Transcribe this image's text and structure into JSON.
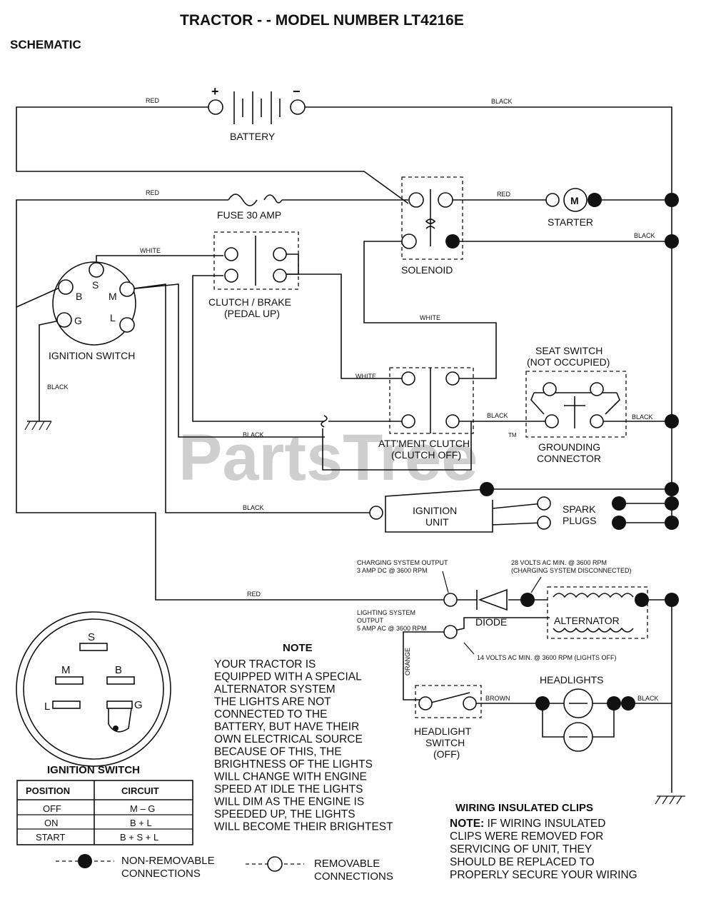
{
  "title": "TRACTOR - - MODEL NUMBER LT4216E",
  "subtitle": "SCHEMATIC",
  "watermark": "PartsTree",
  "watermark_tm": "TM",
  "components": {
    "battery": "BATTERY",
    "battery_plus": "+",
    "battery_minus": "−",
    "fuse": "FUSE 30 AMP",
    "solenoid": "SOLENOID",
    "starter": "STARTER",
    "starter_motor": "M",
    "clutch_brake_1": "CLUTCH / BRAKE",
    "clutch_brake_2": "(PEDAL UP)",
    "ignition_switch": "IGNITION SWITCH",
    "seat_switch_1": "SEAT SWITCH",
    "seat_switch_2": "(NOT OCCUPIED)",
    "grounding_1": "GROUNDING",
    "grounding_2": "CONNECTOR",
    "attment_1": "ATT'MENT CLUTCH",
    "attment_2": "(CLUTCH OFF)",
    "ignition_unit_1": "IGNITION",
    "ignition_unit_2": "UNIT",
    "spark_1": "SPARK",
    "spark_2": "PLUGS",
    "diode": "DIODE",
    "alternator": "ALTERNATOR",
    "headlights": "HEADLIGHTS",
    "headlight_switch_1": "HEADLIGHT",
    "headlight_switch_2": "SWITCH",
    "headlight_switch_3": "(OFF)"
  },
  "terminals": {
    "B": "B",
    "S": "S",
    "M": "M",
    "G": "G",
    "L": "L"
  },
  "wires": {
    "red": "RED",
    "black": "BLACK",
    "white": "WHITE",
    "orange": "ORANGE",
    "brown": "BROWN"
  },
  "annotations": {
    "charging_1": "CHARGING SYSTEM OUTPUT",
    "charging_2": "3 AMP DC @ 3600 RPM",
    "volts28_1": "28 VOLTS AC MIN. @ 3600 RPM",
    "volts28_2": "(CHARGING SYSTEM DISCONNECTED)",
    "lighting_1": "LIGHTING SYSTEM",
    "lighting_2": "OUTPUT",
    "lighting_3": "5 AMP AC @ 3600 RPM",
    "volts14": "14 VOLTS AC MIN. @ 3600 RPM (LIGHTS OFF)"
  },
  "note": {
    "heading": "NOTE",
    "lines": [
      "YOUR TRACTOR IS",
      "EQUIPPED WITH A SPECIAL",
      "ALTERNATOR SYSTEM",
      "THE LIGHTS ARE NOT",
      "CONNECTED TO THE",
      "BATTERY, BUT HAVE THEIR",
      "OWN ELECTRICAL SOURCE",
      "BECAUSE OF THIS, THE",
      "BRIGHTNESS OF THE LIGHTS",
      "WILL CHANGE WITH ENGINE",
      "SPEED   AT IDLE THE LIGHTS",
      "WILL DIM   AS THE ENGINE IS",
      "SPEEDED UP, THE LIGHTS",
      "WILL BECOME THEIR BRIGHTEST"
    ]
  },
  "clips_note": {
    "heading": "WIRING INSULATED CLIPS",
    "lead": "NOTE:",
    "first": " IF WIRING INSULATED",
    "lines": [
      "CLIPS WERE REMOVED FOR",
      "SERVICING OF UNIT, THEY",
      "SHOULD BE REPLACED TO",
      "PROPERLY SECURE YOUR WIRING"
    ]
  },
  "switch_face": {
    "S": "S",
    "M": "M",
    "B": "B",
    "L": "L",
    "G": "G"
  },
  "ignition_table": {
    "caption": "IGNITION SWITCH",
    "headers": [
      "POSITION",
      "CIRCUIT"
    ],
    "rows": [
      [
        "OFF",
        "M – G"
      ],
      [
        "ON",
        "B + L"
      ],
      [
        "START",
        "B + S + L"
      ]
    ]
  },
  "legend": {
    "non_removable_1": "NON-REMOVABLE",
    "non_removable_2": "CONNECTIONS",
    "removable_1": "REMOVABLE",
    "removable_2": "CONNECTIONS"
  }
}
